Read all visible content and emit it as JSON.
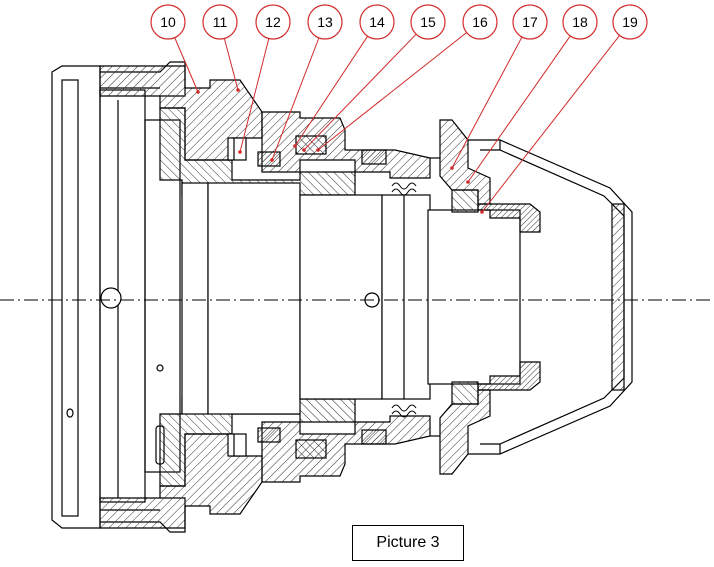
{
  "caption": "Picture 3",
  "callouts": [
    {
      "label": "10"
    },
    {
      "label": "11"
    },
    {
      "label": "12"
    },
    {
      "label": "13"
    },
    {
      "label": "14"
    },
    {
      "label": "15"
    },
    {
      "label": "16"
    },
    {
      "label": "17"
    },
    {
      "label": "18"
    },
    {
      "label": "19"
    }
  ],
  "colors": {
    "callout": "#d22a2a",
    "outline": "#000000",
    "hatch": "#333333"
  }
}
